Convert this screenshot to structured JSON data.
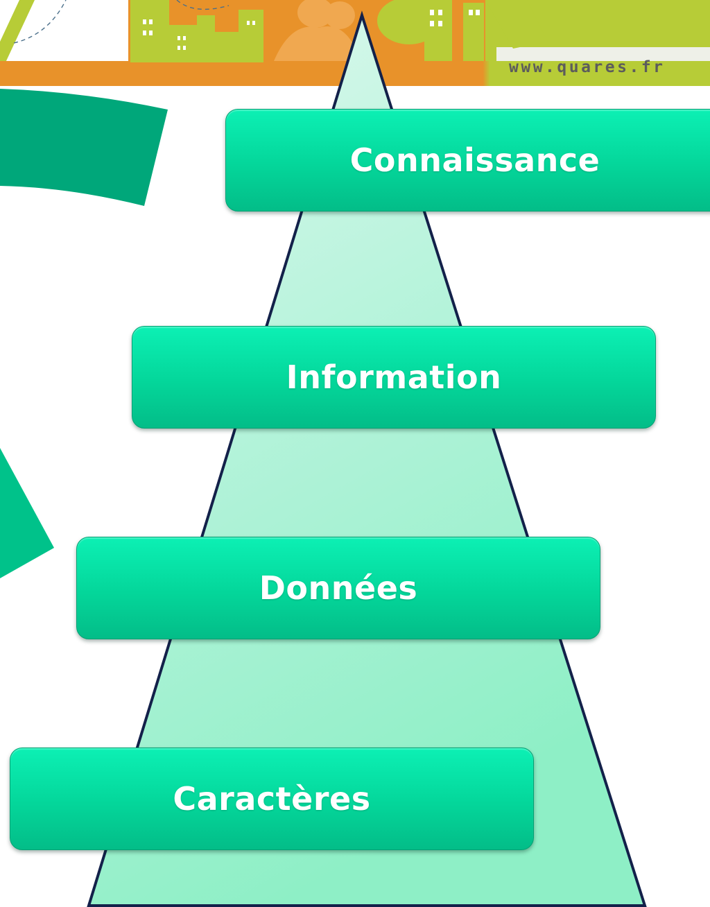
{
  "header": {
    "website": "www.quares.fr"
  },
  "pyramid": {
    "levels": [
      {
        "label": "Connaissance"
      },
      {
        "label": "Information"
      },
      {
        "label": "Données"
      },
      {
        "label": "Caractères"
      }
    ]
  },
  "colors": {
    "header_orange": "#e8922a",
    "header_green": "#b7cc37",
    "pyramid_outline": "#13214a",
    "pyramid_fill_top": "#d7f7ea",
    "pyramid_fill_bottom": "#8fefc8",
    "box_green": "#04d69a",
    "box_text": "#ffffff",
    "decor_teal": "#00a77a"
  }
}
